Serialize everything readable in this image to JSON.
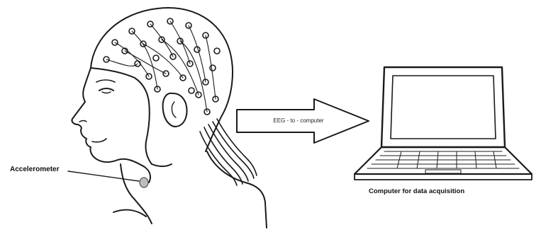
{
  "labels": {
    "accelerometer": "Accelerometer",
    "arrow": "EEG - to - computer",
    "laptop": "Computer for data acquisition"
  },
  "colors": {
    "line": "#1a1a1a",
    "background": "#ffffff",
    "arrow_fill": "#ffffff"
  },
  "icons": [
    "head-with-eeg-cap",
    "accelerometer-sensor",
    "arrow-right",
    "laptop-icon"
  ]
}
